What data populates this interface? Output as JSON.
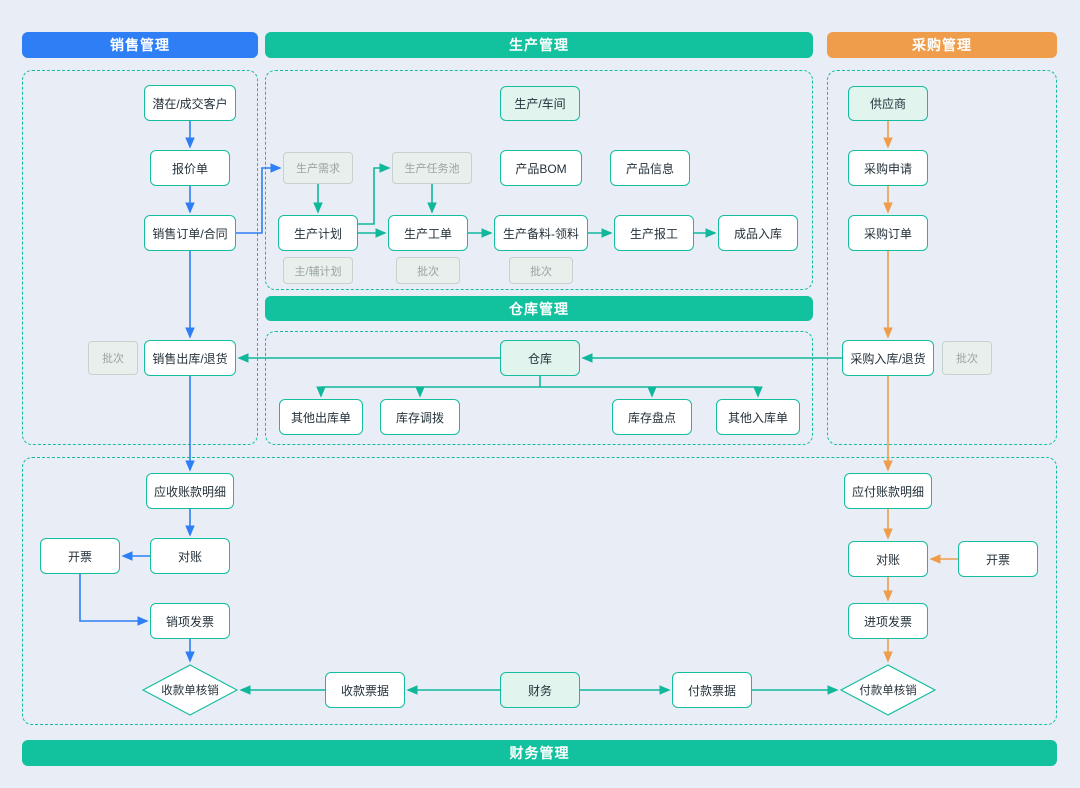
{
  "headers": {
    "sales": "销售管理",
    "production": "生产管理",
    "purchase": "采购管理",
    "warehouse": "仓库管理",
    "finance": "财务管理"
  },
  "nodes": {
    "customers": "潜在/成交客户",
    "quotation": "报价单",
    "sales_order": "销售订单/合同",
    "batch_sales": "批次",
    "sales_outbound": "销售出库/退货",
    "ar_detail": "应收账款明细",
    "reconcile_ar": "对账",
    "invoice_ar": "开票",
    "output_invoice": "销项发票",
    "receipt_writeoff": "收款单核销",
    "workshop": "生产/车间",
    "prod_demand": "生产需求",
    "task_pool": "生产任务池",
    "product_bom": "产品BOM",
    "product_info": "产品信息",
    "prod_plan": "生产计划",
    "main_aux_plan": "主/辅计划",
    "work_order": "生产工单",
    "batch_work_order": "批次",
    "material_prep": "生产备料-领料",
    "batch_material": "批次",
    "prod_report": "生产报工",
    "finished_inbound": "成品入库",
    "warehouse": "仓库",
    "other_outbound": "其他出库单",
    "inventory_transfer": "库存调拨",
    "inventory_count": "库存盘点",
    "other_inbound": "其他入库单",
    "supplier": "供应商",
    "purchase_request": "采购申请",
    "purchase_order": "采购订单",
    "purchase_inbound": "采购入库/退货",
    "batch_purchase": "批次",
    "ap_detail": "应付账款明细",
    "reconcile_ap": "对账",
    "invoice_ap": "开票",
    "input_invoice": "进项发票",
    "payment_writeoff": "付款单核销",
    "finance": "财务",
    "receipt_bill": "收款票据",
    "payment_bill": "付款票据"
  },
  "colors": {
    "background": "#e9eef6",
    "sales_accent": "#2e7ef5",
    "production_accent": "#12c19e",
    "purchase_accent": "#f09d4b",
    "node_border": "#14bd9e",
    "node_green_fill": "#e1f4ee",
    "node_gray_fill": "#e9efec",
    "gray_text": "#98a5a0"
  }
}
